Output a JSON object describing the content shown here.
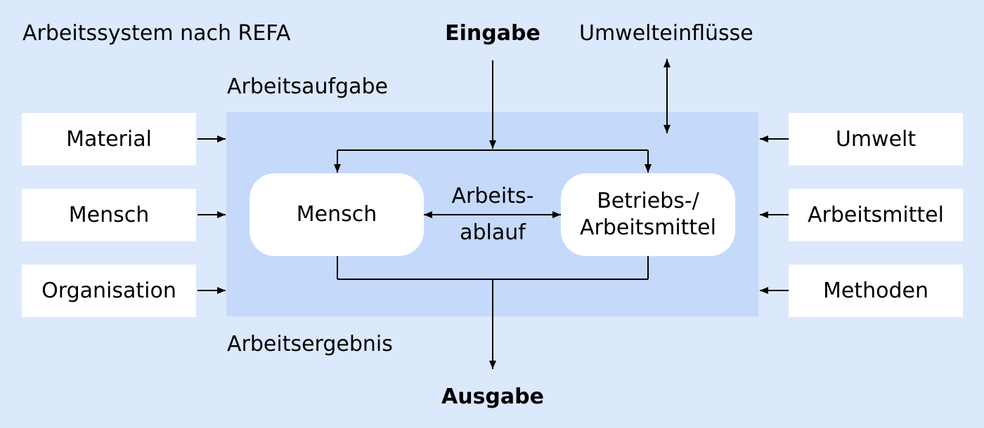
{
  "title": "Arbeitssystem nach REFA",
  "input_label": "Eingabe",
  "environment_label": "Umwelteinflüsse",
  "task_label": "Arbeitsaufgabe",
  "result_label": "Arbeitsergebnis",
  "output_label": "Ausgabe",
  "left_inputs": [
    "Material",
    "Mensch",
    "Organisation"
  ],
  "right_inputs": [
    "Umwelt",
    "Arbeitsmittel",
    "Methoden"
  ],
  "core": {
    "human": "Mensch",
    "process_line1": "Arbeits-",
    "process_line2": "ablauf",
    "equipment_line1": "Betriebs-/",
    "equipment_line2": "Arbeitsmittel"
  },
  "colors": {
    "background": "#dce8fc",
    "system_area": "#c5d9fb",
    "boxes": "#ffffff"
  }
}
